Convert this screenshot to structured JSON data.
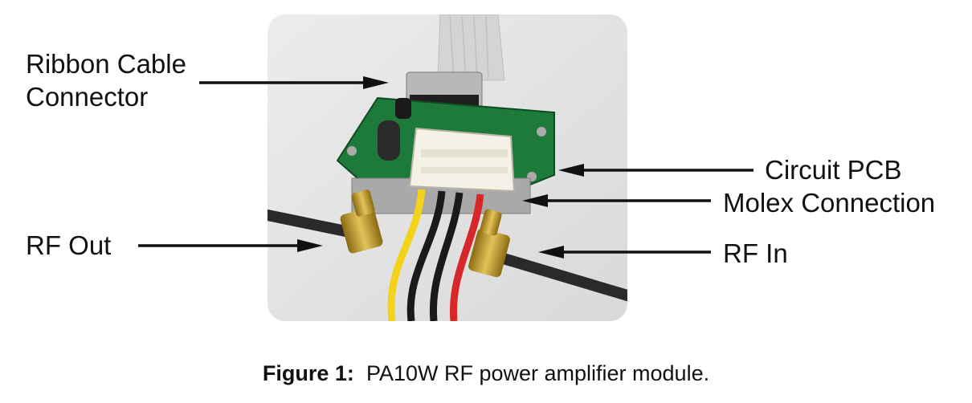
{
  "labels": {
    "ribbon_line1": "Ribbon Cable",
    "ribbon_line2": "Connector",
    "circuit_pcb": "Circuit PCB",
    "molex": "Molex Connection",
    "rf_out": "RF Out",
    "rf_in": "RF In"
  },
  "caption": {
    "prefix": "Figure 1:",
    "text": "PA10W RF power amplifier module."
  },
  "colors": {
    "wire_yellow": "#f2d21a",
    "wire_black": "#1a1a1a",
    "wire_red": "#d62828",
    "pcb_green": "#1e7a3a",
    "sma_gold": "#c9a227"
  }
}
